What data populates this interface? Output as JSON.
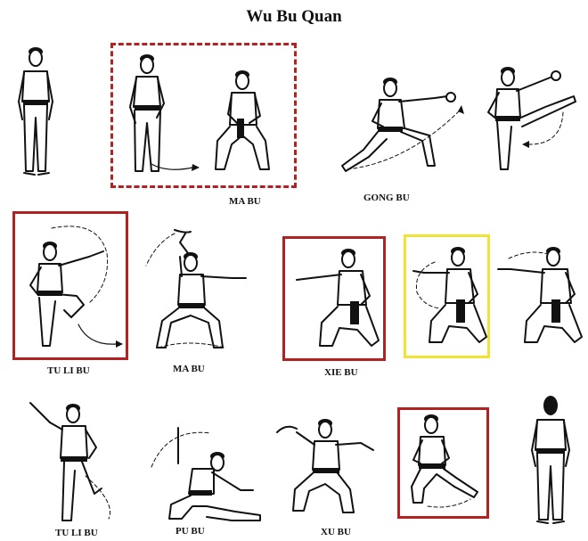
{
  "title": "Wu Bu Quan",
  "colors": {
    "red_frame": "#b22222",
    "yellow_frame": "#f2e232"
  },
  "labels": {
    "ma_bu_1": "MA BU",
    "gong_bu": "GONG BU",
    "tu_li_bu_1": "TU LI BU",
    "ma_bu_2": "MA BU",
    "xie_bu": "XIE BU",
    "tu_li_bu_2": "TU LI BU",
    "pu_bu": "PU BU",
    "xu_bu": "XU BU"
  },
  "figures": [
    {
      "id": "stance-ready-front",
      "pose": "standing-front"
    },
    {
      "id": "ma-bu-step-1",
      "pose": "standing-side",
      "frame": "dashed-red"
    },
    {
      "id": "ma-bu-step-2",
      "pose": "horse-stance",
      "frame": "dashed-red"
    },
    {
      "id": "gong-bu-punch",
      "pose": "bow-stance-punch"
    },
    {
      "id": "gong-bu-kick",
      "pose": "front-kick"
    },
    {
      "id": "tu-li-bu-knee",
      "pose": "knee-raise",
      "frame": "red"
    },
    {
      "id": "ma-bu-palm",
      "pose": "horse-stance-palm"
    },
    {
      "id": "xie-bu-kneel",
      "pose": "kneeling-palm",
      "frame": "red"
    },
    {
      "id": "xie-bu-kneel-2",
      "pose": "kneeling-palm",
      "frame": "yellow"
    },
    {
      "id": "xie-bu-kneel-3",
      "pose": "kneeling-palm"
    },
    {
      "id": "tu-li-bu-raise",
      "pose": "knee-raise-arm-up"
    },
    {
      "id": "pu-bu-low",
      "pose": "drop-stance"
    },
    {
      "id": "xu-bu-empty",
      "pose": "empty-stance"
    },
    {
      "id": "xu-bu-step",
      "pose": "walking-stance",
      "frame": "red"
    },
    {
      "id": "stance-closing-back",
      "pose": "standing-back"
    }
  ]
}
